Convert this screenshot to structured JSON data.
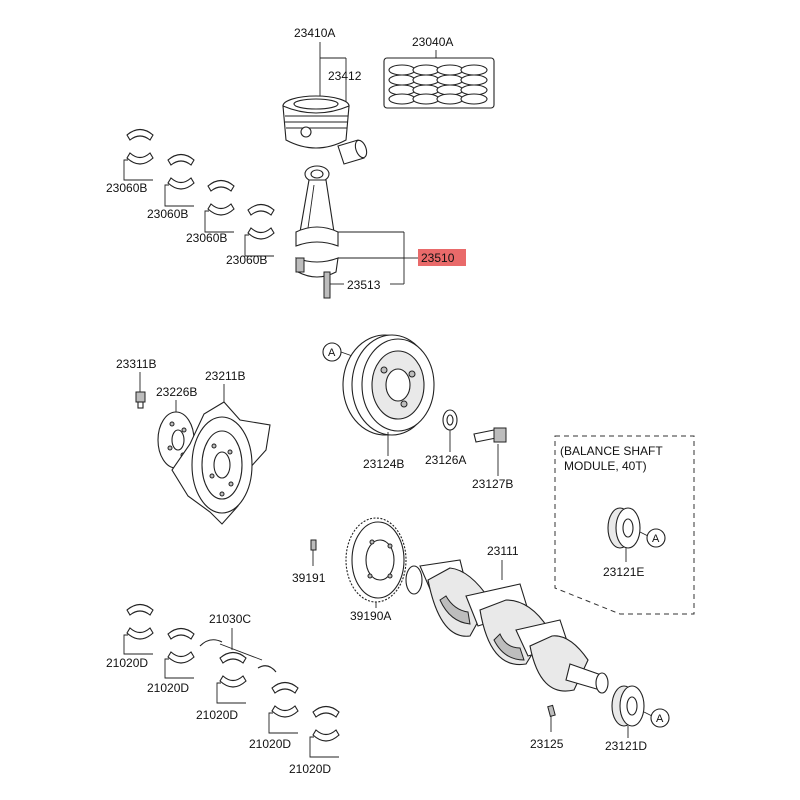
{
  "labels": {
    "piston_assy": "23410A",
    "piston_pin": "23412",
    "ring_set": "23040A",
    "conrod_bearing_1": "23060B",
    "conrod_bearing_2": "23060B",
    "conrod_bearing_3": "23060B",
    "conrod_bearing_4": "23060B",
    "conrod_assy": "23510",
    "conrod_bolt": "23513",
    "flywheel_bolt": "23311B",
    "flywheel_plate": "23226B",
    "drive_plate": "23211B",
    "damper_pulley": "23124B",
    "washer": "23126A",
    "pulley_bolt": "23127B",
    "balance_note_line1": "(BALANCE SHAFT",
    "balance_note_line2": "MODULE, 40T)",
    "balance_sprocket": "23121E",
    "crankshaft": "23111",
    "ring_gear_pin": "39191",
    "ring_gear": "39190A",
    "thrust_bearing": "21030C",
    "main_bearing_1": "21020D",
    "main_bearing_2": "21020D",
    "main_bearing_3": "21020D",
    "main_bearing_4": "21020D",
    "main_bearing_5": "21020D",
    "key": "23125",
    "crank_sprocket": "23121D"
  },
  "callouts": {
    "ref_a_pulley": "A",
    "ref_a_balance": "A",
    "ref_a_sprocket": "A"
  },
  "colors": {
    "highlight": "#e96a6a",
    "line": "#222222"
  }
}
